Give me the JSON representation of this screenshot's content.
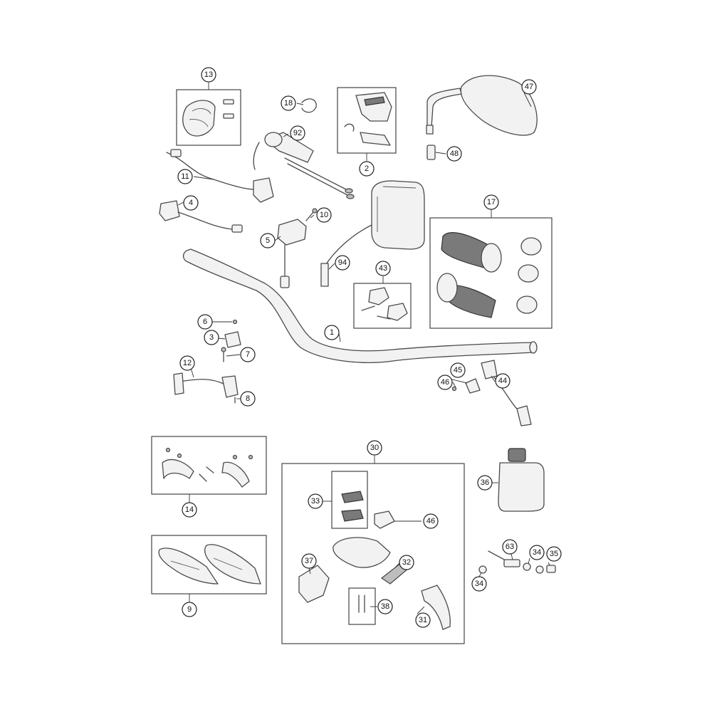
{
  "callouts": {
    "c1": "1",
    "c2": "2",
    "c3": "3",
    "c4": "4",
    "c5": "5",
    "c6": "6",
    "c7": "7",
    "c8": "8",
    "c9": "9",
    "c10": "10",
    "c11": "11",
    "c12": "12",
    "c13": "13",
    "c14": "14",
    "c17": "17",
    "c18": "18",
    "c30": "30",
    "c31": "31",
    "c32": "32",
    "c33": "33",
    "c34a": "34",
    "c34b": "34",
    "c35": "35",
    "c36": "36",
    "c37": "37",
    "c38": "38",
    "c43": "43",
    "c44": "44",
    "c45": "45",
    "c46a": "46",
    "c46b": "46",
    "c47": "47",
    "c48": "48",
    "c63": "63",
    "c92": "92",
    "c94": "94"
  },
  "colors": {
    "line": "#4a4a4a",
    "fill": "#f2f2f2",
    "dark": "#7a7a7a",
    "background": "#ffffff"
  }
}
